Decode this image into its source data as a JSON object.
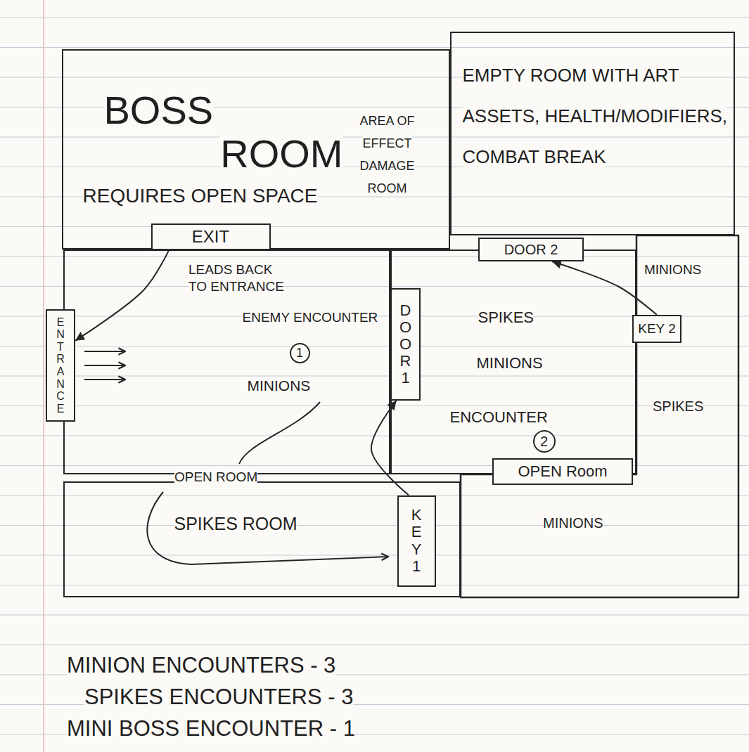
{
  "diagram": {
    "nodes": [
      {
        "text": [
          "BOSS ROOM",
          "REQUIRES OPEN SPACE",
          "AREA OF EFFECT DAMAGE ROOM"
        ]
      },
      {
        "text": [
          "EXIT"
        ],
        "in": 0
      },
      {
        "text": [
          "EMPTY ROOM WITH ART ASSETS, HEALTH/MODIFIERS, COMBAT BREAK"
        ]
      },
      {
        "text": [
          "DOOR 2"
        ]
      },
      {
        "text": [
          "ENTRANCE"
        ]
      },
      {
        "text": [
          "ENEMY ENCOUNTER",
          "1",
          "MINIONS"
        ]
      },
      {
        "text": [
          "DOOR 1"
        ]
      },
      {
        "text": [
          "SPIKES",
          "MINIONS",
          "ENCOUNTER",
          "2"
        ]
      },
      {
        "text": [
          "MINIONS",
          "SPIKES",
          "MINIONS"
        ]
      },
      {
        "text": [
          "KEY 2"
        ]
      },
      {
        "text": [
          "OPEN Room"
        ]
      },
      {
        "text": [
          "SPIKES ROOM"
        ]
      },
      {
        "text": [
          "KEY 1"
        ],
        "in": 11
      }
    ],
    "edges": [
      {
        "from": 1,
        "to": 4,
        "arrow": "to",
        "label": "LEADS BACK TO ENTRANCE"
      },
      {
        "from": 9,
        "to": 3,
        "arrow": "to"
      },
      {
        "from": 12,
        "to": 6,
        "arrow": "to"
      }
    ],
    "labels": [
      "OPEN ROOM",
      "MINION ENCOUNTERS - 3",
      "SPIKES ENCOUNTERS - 3",
      "MINI BOSS ENCOUNTER - 1"
    ]
  }
}
